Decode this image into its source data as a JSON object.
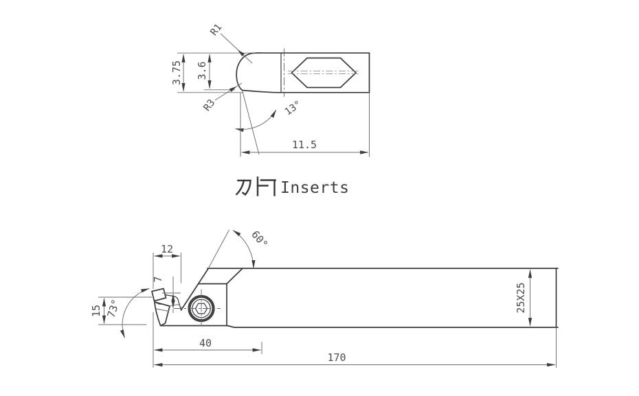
{
  "drawing": {
    "background": "#ffffff",
    "line_color": "#3a3a3e",
    "thin_line_color": "#6a6a70",
    "text_color": "#4a4a52",
    "title": {
      "cjk": "刀片",
      "latin": "Inserts"
    },
    "insert_view": {
      "name": "insert-side-view",
      "dims": {
        "total_height": "3.75",
        "tip_height": "3.6",
        "radius_tip": "R1",
        "radius_base": "R3",
        "flank_angle": "13°",
        "length": "11.5"
      }
    },
    "holder_view": {
      "name": "tool-holder-side-view",
      "dims": {
        "insert_width": "12",
        "tip_drop": "7",
        "chamfer_angle": "60°",
        "tip_height": "15",
        "lead_angle": "73°",
        "head_length": "40",
        "overall_length": "170",
        "shank_section": "25X25"
      }
    }
  }
}
